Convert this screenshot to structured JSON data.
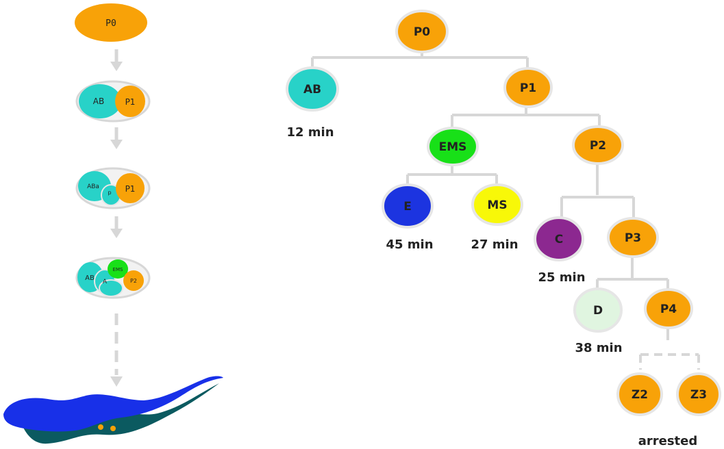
{
  "stages": {
    "s1": {
      "p0": "P0"
    },
    "s2": {
      "ab": "AB",
      "p1": "P1"
    },
    "s3": {
      "aba": "ABa",
      "abp": "p",
      "p1": "P1"
    },
    "s4": {
      "ab": "AB",
      "ab2": "A",
      "ems": "EMS",
      "p2": "P2"
    }
  },
  "tree": {
    "p0": "P0",
    "ab": "AB",
    "p1": "P1",
    "ems": "EMS",
    "p2": "P2",
    "e": "E",
    "ms": "MS",
    "c": "C",
    "p3": "P3",
    "d": "D",
    "p4": "P4",
    "z2": "Z2",
    "z3": "Z3"
  },
  "times": {
    "ab": "12 min",
    "e": "45 min",
    "ms": "27 min",
    "c": "25 min",
    "d": "38 min",
    "z": "arrested"
  },
  "colors": {
    "germline": "#f8a208",
    "ab": "#28d2c8",
    "ems": "#18e018",
    "e": "#1c34e0",
    "ms": "#f8f808",
    "c": "#8c2890",
    "d": "#e0f5e0",
    "line": "#d7d7d7",
    "worm_blue": "#1830e8",
    "worm_teal": "#0b5a60"
  }
}
